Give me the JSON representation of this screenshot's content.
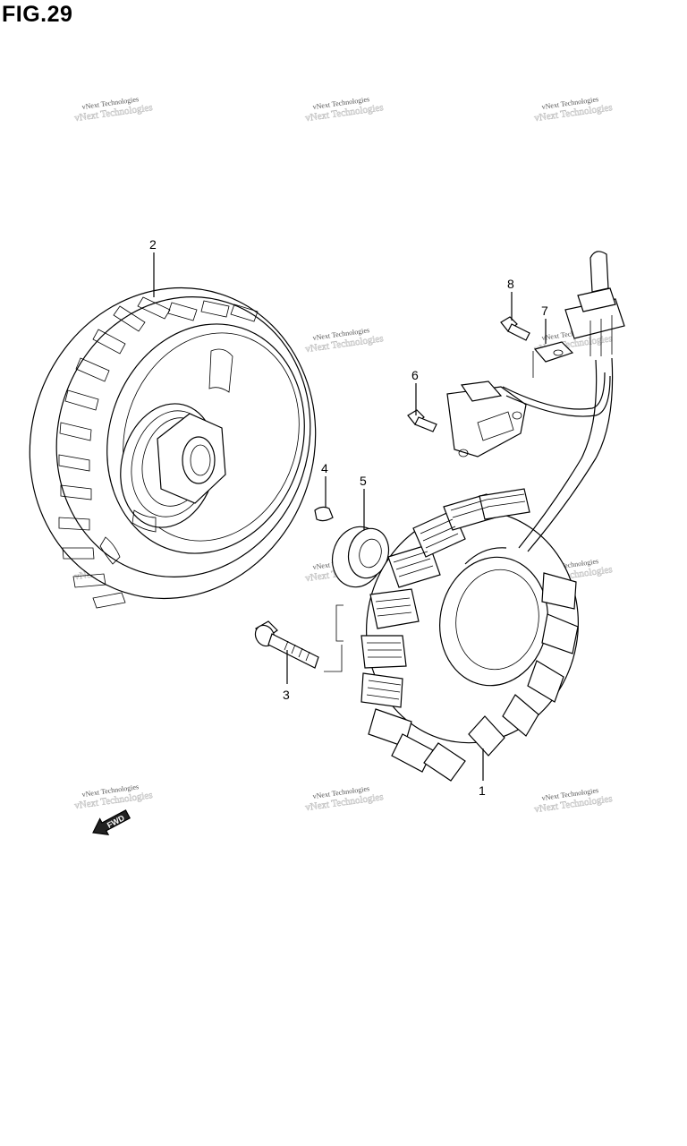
{
  "figure": {
    "title": "FIG.29"
  },
  "watermark": {
    "text": "vNext Technologies"
  },
  "callouts": [
    {
      "id": "1",
      "label": "1",
      "part": "stator"
    },
    {
      "id": "2",
      "label": "2",
      "part": "flywheel-rotor"
    },
    {
      "id": "3",
      "label": "3",
      "part": "rotor-bolt"
    },
    {
      "id": "4",
      "label": "4",
      "part": "woodruff-key"
    },
    {
      "id": "5",
      "label": "5",
      "part": "bushing"
    },
    {
      "id": "6",
      "label": "6",
      "part": "pickup-screw"
    },
    {
      "id": "7",
      "label": "7",
      "part": "wire-clamp"
    },
    {
      "id": "8",
      "label": "8",
      "part": "clamp-screw"
    }
  ],
  "fwd_badge": {
    "text": "FWD"
  }
}
